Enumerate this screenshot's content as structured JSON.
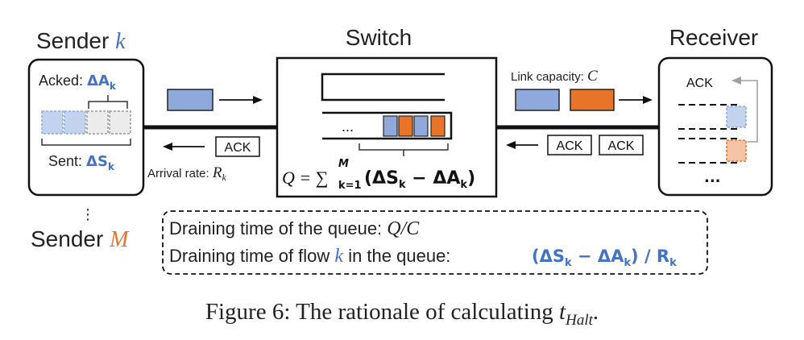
{
  "sender": {
    "title": "Sender ",
    "k": "k",
    "acked_label": "Acked: ",
    "acked_value": "ΔA",
    "sent_label": "Sent: ",
    "sent_value": "ΔS",
    "subscript": "k",
    "dots": "⋮",
    "last_title": "Sender ",
    "last_m": "M"
  },
  "switch": {
    "title": "Switch",
    "queue_dots": "...",
    "formula_q": "Q = ∑",
    "formula_upper": "M",
    "formula_lower": "k=1",
    "formula_rest_open": "(ΔS",
    "formula_sub_k1": "k",
    "formula_minus": " − ΔA",
    "formula_sub_k2": "k",
    "formula_close": ")"
  },
  "receiver": {
    "title": "Receiver",
    "ack_label": "ACK",
    "dots": "..."
  },
  "links": {
    "capacity_label": "Link capacity: ",
    "capacity_var": "C",
    "arrival_label": "Arrival rate: ",
    "arrival_var": "R",
    "arrival_sub": "k",
    "ack": "ACK"
  },
  "notes": {
    "line1_text": "Draining time of the queue: ",
    "line1_math": "Q/C",
    "line2_text": "Draining time of flow ",
    "line2_k": "k",
    "line2_text2": " in the queue: ",
    "line2_math_open": "(ΔS",
    "line2_sub1": "k",
    "line2_minus": " − ΔA",
    "line2_sub2": "k",
    "line2_close": ") / R",
    "line2_sub3": "k"
  },
  "caption": {
    "prefix": "Figure 6: The rationale of calculating ",
    "var": "t",
    "sub": "Halt",
    "suffix": "."
  },
  "colors": {
    "blue_packet": "#8fa9dc",
    "orange_packet": "#e8742a",
    "blue_text": "#4472c4",
    "orange_text": "#e8742a",
    "light_blue": "#c3d3ee",
    "light_orange": "#f5c4a6",
    "gray_arrow": "#a0a0a0"
  }
}
